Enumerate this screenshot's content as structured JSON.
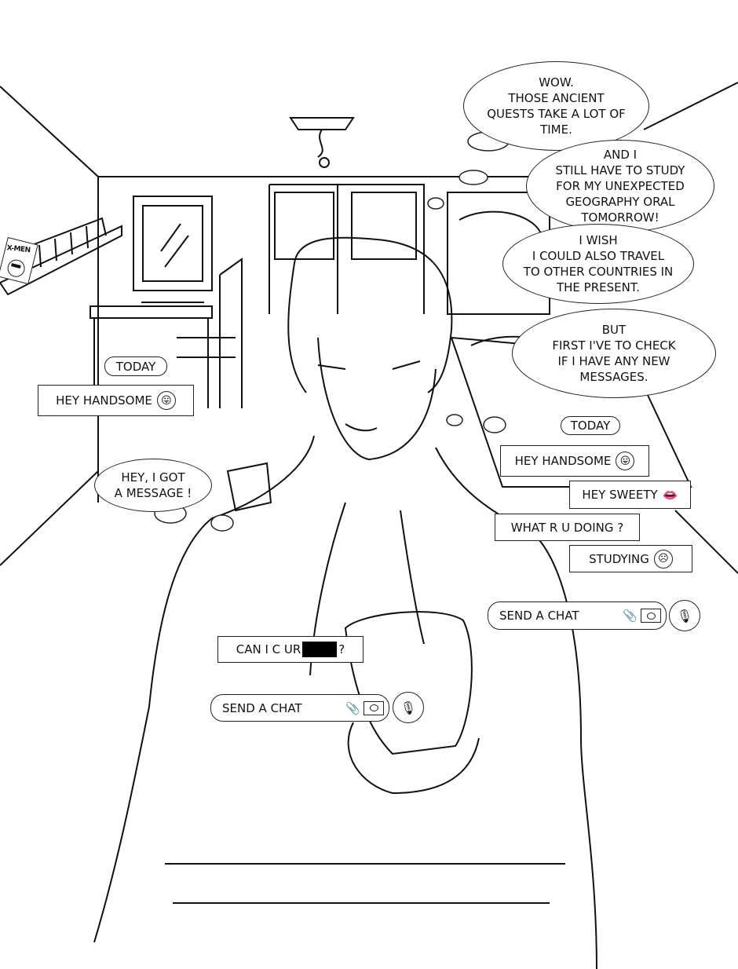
{
  "thoughts": [
    "WOW.\nTHOSE ANCIENT\nQUESTS TAKE A LOT OF\nTIME.",
    "AND I\nSTILL HAVE TO STUDY\nFOR MY UNEXPECTED\nGEOGRAPHY ORAL\nTOMORROW!",
    "I WISH\nI COULD ALSO TRAVEL\nTO OTHER COUNTRIES IN\nTHE PRESENT.",
    "BUT\nFIRST I'VE TO CHECK\nIF I HAVE ANY NEW\nMESSAGES."
  ],
  "speech": "HEY, I GOT\nA MESSAGE !",
  "comic_book_cover": "X-MEN",
  "left_chat": {
    "date": "TODAY",
    "message": "HEY HANDSOME",
    "message_emoji": "tongue-out-face-icon"
  },
  "right_chat": {
    "date": "TODAY",
    "messages": [
      {
        "text": "HEY HANDSOME",
        "side": "received",
        "emoji": "tongue-out-face-icon"
      },
      {
        "text": "HEY SWEETY",
        "side": "sent",
        "emoji": "lips-icon"
      },
      {
        "text": "WHAT R U DOING ?",
        "side": "received"
      },
      {
        "text": "STUDYING",
        "side": "sent",
        "emoji": "sad-face-icon"
      }
    ],
    "input_placeholder": "SEND A CHAT"
  },
  "phone_chat": {
    "message_prefix": "CAN I C UR",
    "message_suffix": "?",
    "input_placeholder": "SEND A CHAT"
  }
}
